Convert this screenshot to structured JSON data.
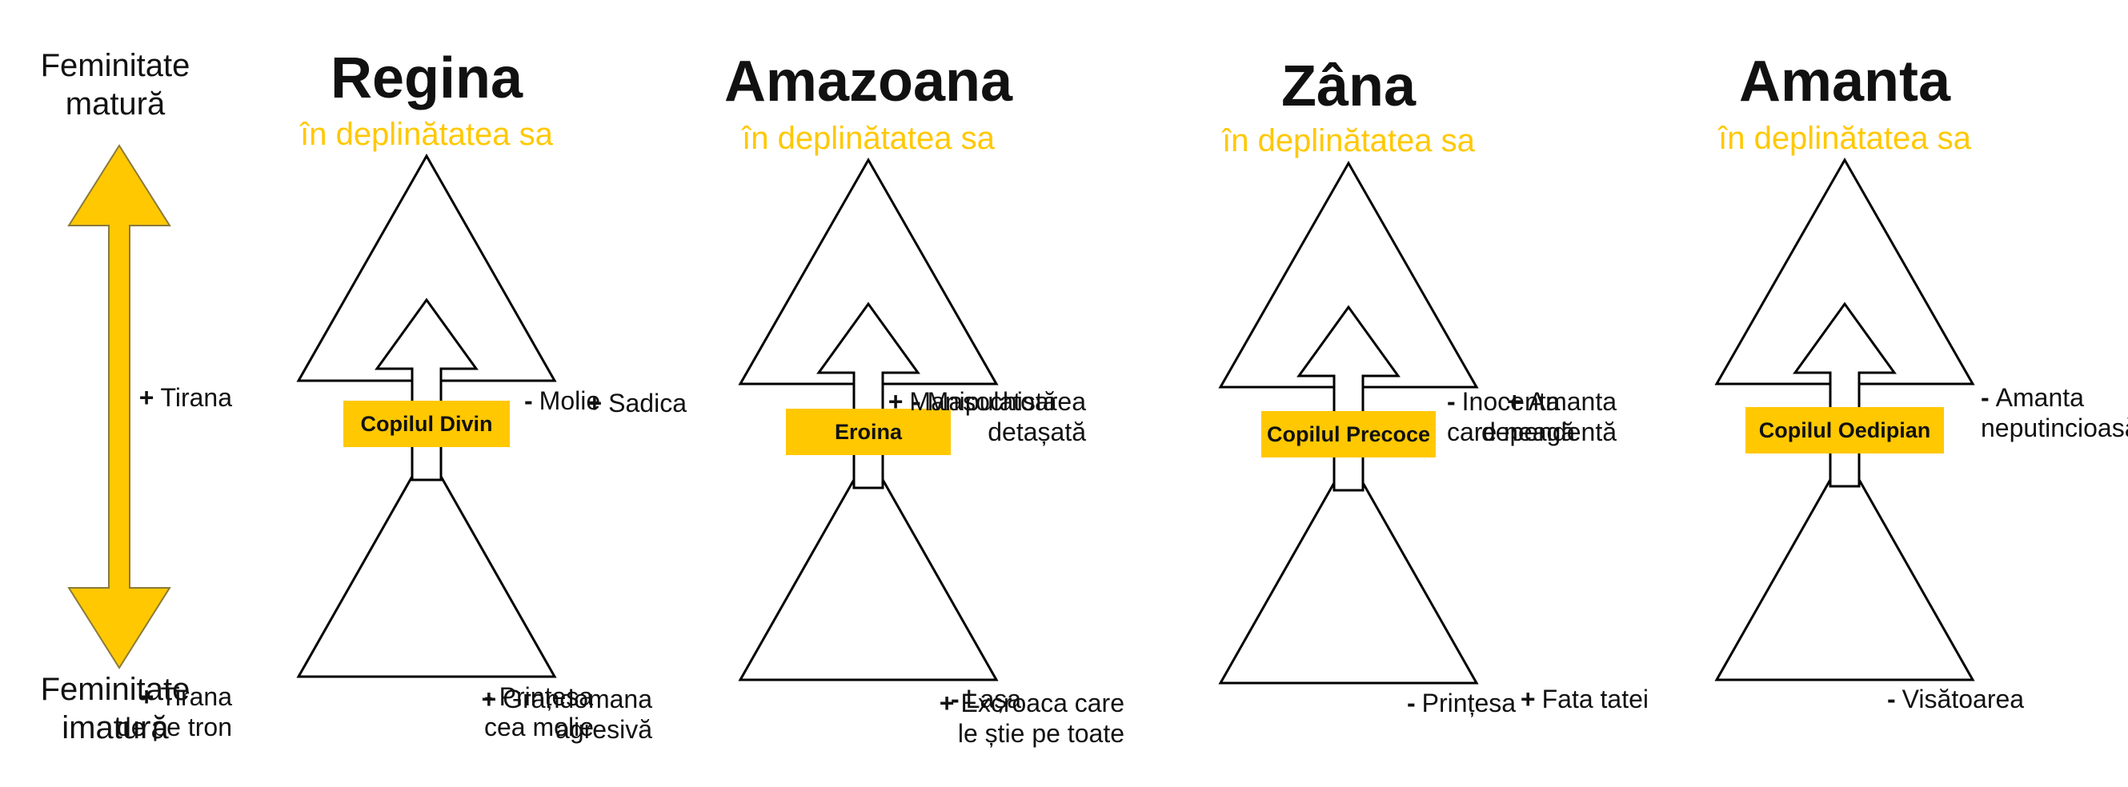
{
  "colors": {
    "accent": "#FFC800",
    "stroke": "#000000",
    "text": "#111111"
  },
  "axis": {
    "top_line1": "Feminitate",
    "top_line2": "matură",
    "bottom_line1": "Feminitate",
    "bottom_line2": "imatură",
    "arrow_icon": "double-vertical-arrow"
  },
  "columns": [
    {
      "title": "Regina",
      "subtitle": "în deplinătatea sa",
      "center": "Copilul Divin",
      "top_left": {
        "sign": "+",
        "lines": [
          "Tirana"
        ]
      },
      "top_right": {
        "sign": "-",
        "lines": [
          "Molie"
        ]
      },
      "bottom_left": {
        "sign": "+",
        "lines": [
          "Tirana",
          "de pe tron"
        ]
      },
      "bottom_right": {
        "sign": "-",
        "lines": [
          "Prințesa",
          "cea molie"
        ]
      }
    },
    {
      "title": "Amazoana",
      "subtitle": "în deplinătatea sa",
      "center": "Eroina",
      "top_left": {
        "sign": "+",
        "lines": [
          "Sadica"
        ]
      },
      "top_right": {
        "sign": "-",
        "lines": [
          "Masochistă"
        ]
      },
      "bottom_left": {
        "sign": "+",
        "lines": [
          "Grandomana",
          "agresivă"
        ]
      },
      "bottom_right": {
        "sign": "-",
        "lines": [
          "Lașa"
        ]
      }
    },
    {
      "title": "Zâna",
      "subtitle": "în deplinătatea sa",
      "center": "Copilul Precoce",
      "top_left": {
        "sign": "+",
        "lines": [
          "Manipulatoarea",
          "detașată"
        ]
      },
      "top_right": {
        "sign": "-",
        "lines": [
          "Inocenta",
          "care neagă"
        ]
      },
      "bottom_left": {
        "sign": "+",
        "lines": [
          "Excroaca care",
          "le știe pe toate"
        ]
      },
      "bottom_right": {
        "sign": "-",
        "lines": [
          "Prințesa"
        ]
      }
    },
    {
      "title": "Amanta",
      "subtitle": "în deplinătatea sa",
      "center": "Copilul Oedipian",
      "top_left": {
        "sign": "+",
        "lines": [
          "Amanta",
          "dependentă"
        ]
      },
      "top_right": {
        "sign": "-",
        "lines": [
          "Amanta",
          "neputincioasă"
        ]
      },
      "bottom_left": {
        "sign": "+",
        "lines": [
          "Fata tatei"
        ]
      },
      "bottom_right": {
        "sign": "-",
        "lines": [
          "Visătoarea"
        ]
      }
    }
  ]
}
